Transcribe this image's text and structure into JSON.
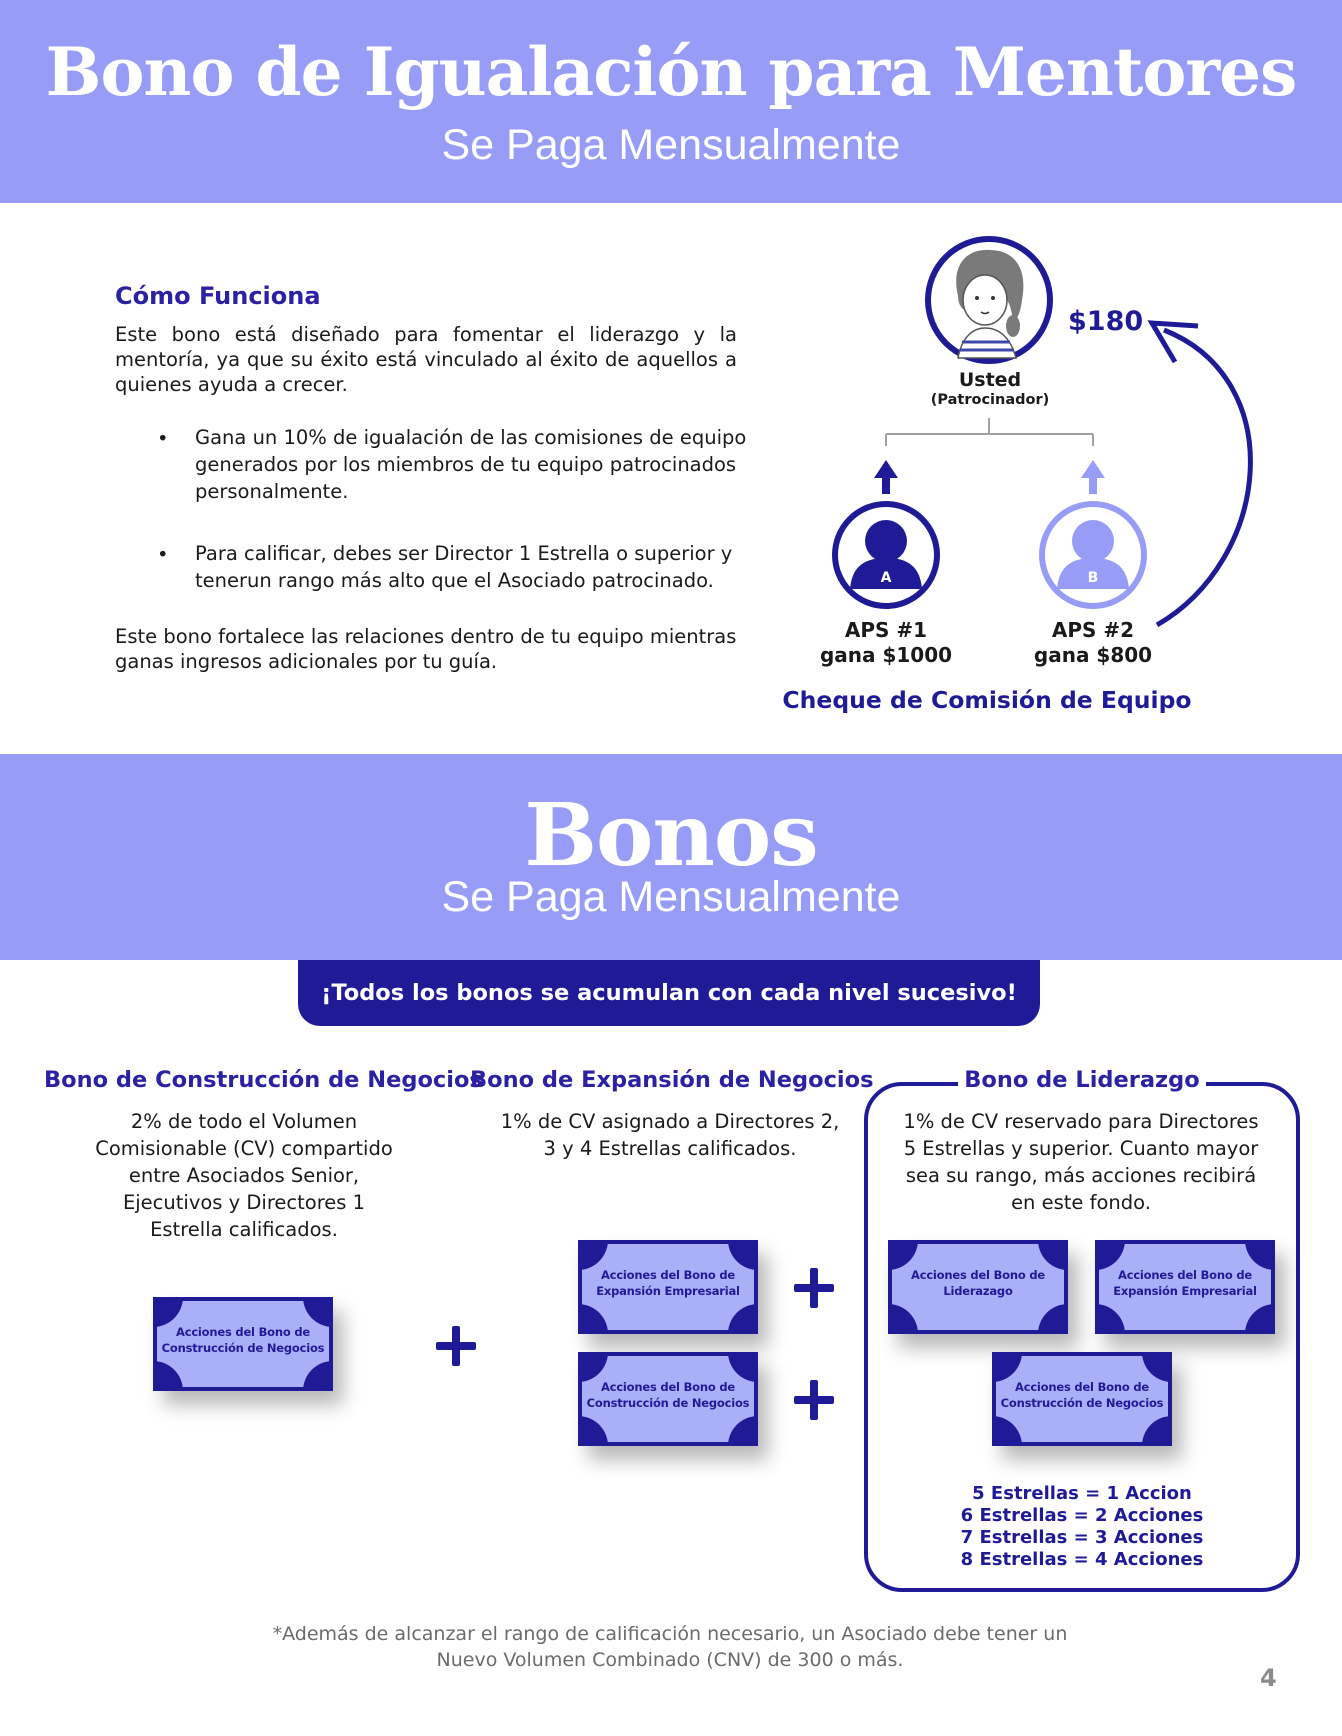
{
  "header": {
    "title": "Bono de Igualación para Mentores",
    "subtitle": "Se Paga Mensualmente"
  },
  "how_it_works": {
    "title": "Cómo Funciona",
    "intro": "Este bono está diseñado para fomentar el liderazgo y la mentoría, ya que su éxito está vinculado al éxito de aquellos a quienes ayuda a crecer.",
    "bullets": [
      "Gana un 10% de igualación de las comisiones de equipo generados por los miembros de tu equipo patrocinados personalmente.",
      "Para calificar, debes ser Director 1 Estrella o superior y tenerun rango más alto que el Asociado patrocinado."
    ],
    "closing": "Este bono fortalece las relaciones dentro de tu equipo mientras ganas ingresos adicionales por tu guía."
  },
  "diagram": {
    "sponsor_name": "Usted",
    "sponsor_role": "(Patrocinador)",
    "sponsor_amount": "$180",
    "member_a": {
      "badge": "A",
      "name": "APS #1",
      "earns": "gana $1000"
    },
    "member_b": {
      "badge": "B",
      "name": "APS #2",
      "earns": "gana $800"
    },
    "caption": "Cheque de Comisión de Equipo",
    "colors": {
      "navy": "#1f1b96",
      "light": "#979df6"
    }
  },
  "bonuses_header": {
    "title": "Bonos",
    "subtitle": "Se Paga Mensualmente"
  },
  "banner": "¡Todos los bonos se acumulan con cada nivel sucesivo!",
  "columns": [
    {
      "title": "Bono de Construcción de Negocios",
      "text": "2% de todo el Volumen Comisionable (CV) compartido entre Asociados Senior, Ejecutivos y Directores 1 Estrella calificados.",
      "cards": [
        "Acciones del Bono de Construcción de Negocios"
      ]
    },
    {
      "title": "Bono de Expansión de Negocios",
      "text": "1% de CV asignado a Directores 2, 3 y 4 Estrellas calificados.",
      "cards": [
        "Acciones del Bono de Expansión Empresarial",
        "Acciones del Bono de Construcción de Negocios"
      ]
    },
    {
      "title": "Bono de Liderazgo",
      "text": "1% de CV reservado para Directores 5 Estrellas y superior. Cuanto mayor sea su rango, más acciones recibirá en este fondo.",
      "cards": [
        "Acciones del Bono de Liderazago",
        "Acciones del Bono de Expansión Empresarial",
        "Acciones del Bono de Construcción de Negocios"
      ],
      "shares": [
        "5 Estrellas = 1 Accion",
        "6 Estrellas = 2 Acciones",
        "7 Estrellas = 3 Acciones",
        "8 Estrellas = 4 Acciones"
      ]
    }
  ],
  "footnote": {
    "line1": "*Además de alcanzar el rango de calificación necesario, un Asociado debe tener un",
    "line2": "Nuevo Volumen Combinado (CNV) de 300 o más."
  },
  "page_number": "4"
}
